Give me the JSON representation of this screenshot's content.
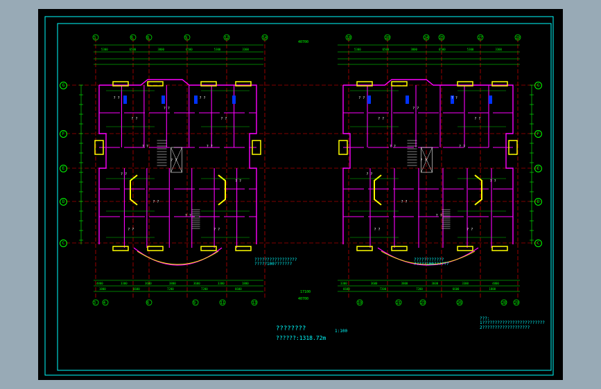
{
  "drawing": {
    "colors": {
      "background": "#000000",
      "frame": "#00ffff",
      "dimension": "#00ff00",
      "axis": "#ff0000",
      "wall": "#ff00ff",
      "window": "#ffff00",
      "text": "#ffffff",
      "accent": "#0033ff"
    },
    "top_overall_dimension": "40700",
    "bottom_overall_dimension": "40700",
    "bottom_sub_dimension": "17100",
    "left_plan": {
      "top_axes": [
        "3",
        "6",
        "8",
        "9",
        "12",
        "14"
      ],
      "bottom_axes": [
        "3",
        "4",
        "6",
        "9",
        "11",
        "13"
      ],
      "top_dims_row1": [
        "5300",
        "6500",
        "3800",
        "6500",
        "5300",
        "3300"
      ],
      "bottom_dims_row1": [
        "4800",
        "3300",
        "3600",
        "3800",
        "3600",
        "3300",
        "1800"
      ],
      "bottom_dims_row2": [
        "1800",
        "6600",
        "7200",
        "7200",
        "6600"
      ],
      "note_line1": "?????????????????",
      "note_line2": "?????100???????"
    },
    "right_plan": {
      "top_axes": [
        "18",
        "20",
        "24",
        "25",
        "27",
        "29"
      ],
      "bottom_axes": [
        "19",
        "21",
        "23",
        "26",
        "28",
        "29"
      ],
      "top_dims_row1": [
        "5300",
        "6500",
        "3800",
        "6500",
        "5300",
        "3300"
      ],
      "bottom_dims_row1": [
        "3300",
        "3600",
        "3800",
        "3600",
        "3300",
        "4800"
      ],
      "bottom_dims_row2": [
        "6600",
        "7200",
        "7200",
        "6600",
        "1800"
      ],
      "note_line1": "????????????",
      "note_line2": "?????100??????"
    },
    "left_axis_labels": [
      "G",
      "F",
      "E",
      "D",
      "C"
    ],
    "right_axis_labels": [
      "G",
      "F",
      "E",
      "D",
      "C"
    ],
    "title_line1": "????????",
    "scale": "1:100",
    "title_line2": "??????:1318.72m",
    "notes_line1": "???:",
    "notes_line2": "1?????????????????????????",
    "notes_line3": "2???????????????????"
  }
}
